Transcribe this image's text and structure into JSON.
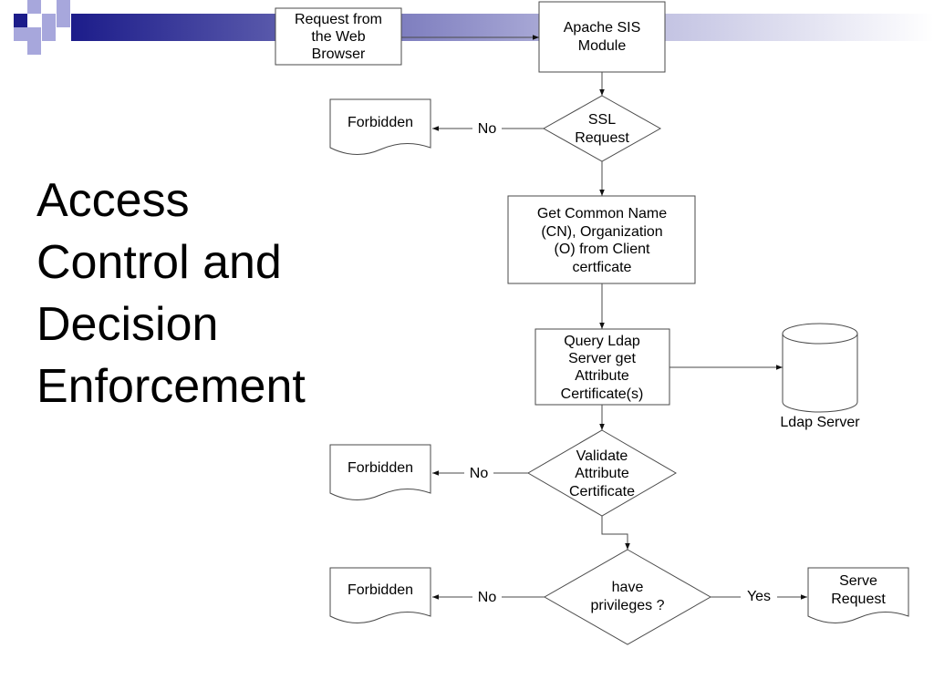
{
  "slide": {
    "title_lines": [
      "Access",
      "Control and",
      "Decision",
      "Enforcement"
    ]
  },
  "colors": {
    "banner_dark": "#1c1c8a",
    "banner_light": "#ffffff",
    "decor_square": "#a7a7dc",
    "stroke": "#4a4a4a",
    "text": "#000000"
  },
  "flowchart": {
    "request": [
      "Request from",
      "the Web",
      "Browser"
    ],
    "module": [
      "Apache SIS",
      "Module"
    ],
    "ssl_check": [
      "SSL",
      "Request"
    ],
    "get_cn": [
      "Get Common Name",
      "(CN), Organization",
      "(O)  from Client",
      "certficate"
    ],
    "query_ldap": [
      "Query Ldap",
      "Server get",
      "Attribute",
      "Certificate(s)"
    ],
    "ldap_server": "Ldap Server",
    "validate": [
      "Validate",
      "Attribute",
      "Certificate"
    ],
    "privileges": [
      "have",
      "privileges ?"
    ],
    "serve": [
      "Serve",
      "Request"
    ],
    "forbidden_1": "Forbidden",
    "forbidden_2": "Forbidden",
    "forbidden_3": "Forbidden",
    "no_1": "No",
    "no_2": "No",
    "no_3": "No",
    "yes": "Yes"
  }
}
